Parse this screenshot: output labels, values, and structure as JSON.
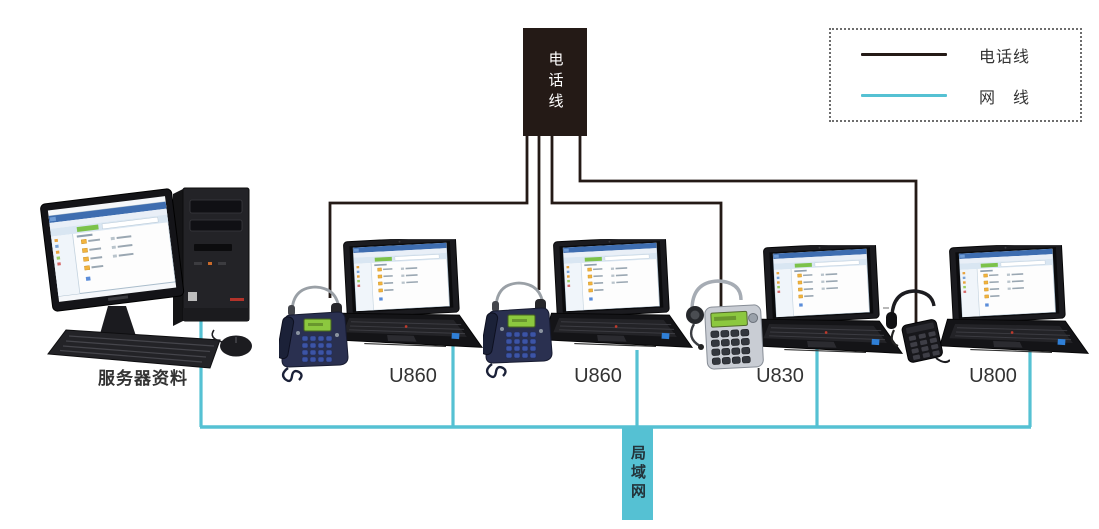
{
  "diagram": {
    "hub": {
      "label": "电话线"
    },
    "lan": {
      "label": "局域网"
    },
    "server": {
      "label": "服务器资料"
    },
    "devices": [
      {
        "id": "u860-1",
        "label": "U860"
      },
      {
        "id": "u860-2",
        "label": "U860"
      },
      {
        "id": "u830",
        "label": "U830"
      },
      {
        "id": "u800",
        "label": "U800"
      }
    ]
  },
  "legend": {
    "items": [
      {
        "id": "phone-line",
        "label": "电话线"
      },
      {
        "id": "network-line",
        "label": "网　线"
      }
    ]
  },
  "colors": {
    "phone_line": "#241a16",
    "network_line": "#55c1d3",
    "text": "#333333"
  }
}
